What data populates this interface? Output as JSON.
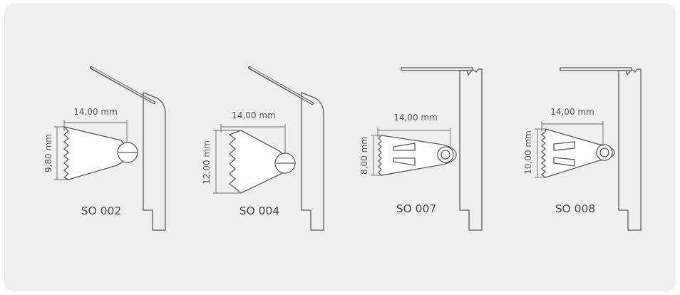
{
  "blades": [
    {
      "model": "SO 002",
      "width": "14,00 mm",
      "height": "9,80 mm"
    },
    {
      "model": "SO 004",
      "width": "14,00 mm",
      "height": "12,00 mm"
    },
    {
      "model": "SO 007",
      "width": "14,00 mm",
      "height": "8,00 mm"
    },
    {
      "model": "SO 008",
      "width": "14,00 mm",
      "height": "10,00 mm"
    }
  ]
}
